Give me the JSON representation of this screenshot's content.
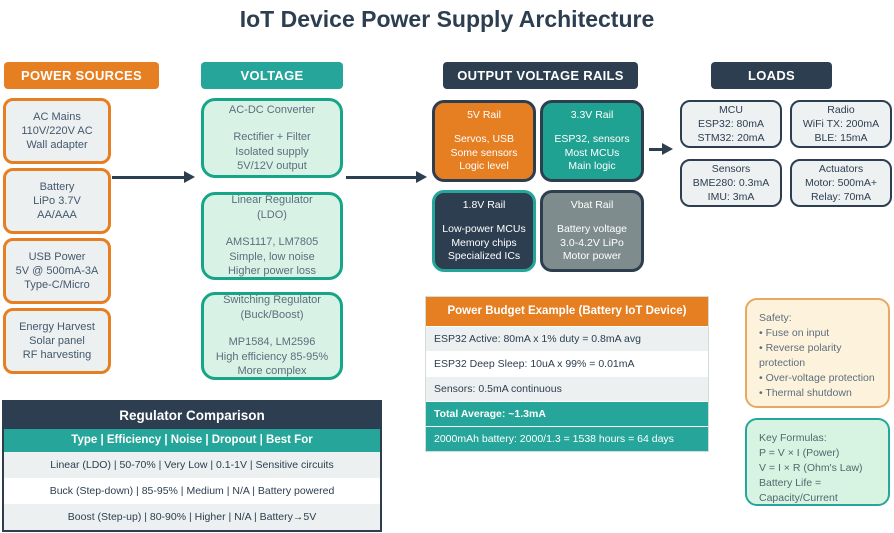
{
  "title": "IoT Device Power Supply Architecture",
  "colors": {
    "navy": "#2c3e50",
    "orange": "#e67e22",
    "teal": "#26a69a",
    "mint_fill": "#d8f3e5",
    "light_gray_fill": "#ecf0f1",
    "rail_gray": "#7f8c8d",
    "safety_cream": "#fdf3dc"
  },
  "columns": {
    "sources": {
      "header": "POWER SOURCES",
      "items": [
        {
          "lines": [
            "AC Mains",
            "110V/220V AC",
            "Wall adapter"
          ]
        },
        {
          "lines": [
            "Battery",
            "LiPo 3.7V",
            "AA/AAA"
          ]
        },
        {
          "lines": [
            "USB Power",
            "5V @ 500mA-3A",
            "Type-C/Micro"
          ]
        },
        {
          "lines": [
            "Energy Harvest",
            "Solar panel",
            "RF harvesting"
          ]
        }
      ]
    },
    "regulation": {
      "header": "VOLTAGE REGULATION",
      "items": [
        {
          "title1": "AC-DC Converter",
          "title2": "",
          "lines": [
            "Rectifier + Filter",
            "Isolated supply",
            "5V/12V output"
          ]
        },
        {
          "title1": "Linear Regulator",
          "title2": "(LDO)",
          "lines": [
            "AMS1117, LM7805",
            "Simple, low noise",
            "Higher power loss"
          ]
        },
        {
          "title1": "Switching Regulator",
          "title2": "(Buck/Boost)",
          "lines": [
            "MP1584, LM2596",
            "High efficiency 85-95%",
            "More complex"
          ]
        }
      ]
    },
    "rails": {
      "header": "OUTPUT VOLTAGE RAILS",
      "items": [
        {
          "title": "5V Rail",
          "lines": [
            "Servos, USB",
            "Some sensors",
            "Logic level"
          ]
        },
        {
          "title": "3.3V Rail",
          "lines": [
            "ESP32, sensors",
            "Most MCUs",
            "Main logic"
          ]
        },
        {
          "title": "1.8V Rail",
          "lines": [
            "Low-power MCUs",
            "Memory chips",
            "Specialized ICs"
          ]
        },
        {
          "title": "Vbat Rail",
          "lines": [
            "Battery voltage",
            "3.0-4.2V LiPo",
            "Motor power"
          ]
        }
      ]
    },
    "loads": {
      "header": "LOADS",
      "items": [
        {
          "lines": [
            "MCU",
            "ESP32: 80mA",
            "STM32: 20mA"
          ]
        },
        {
          "lines": [
            "Radio",
            "WiFi TX: 200mA",
            "BLE: 15mA"
          ]
        },
        {
          "lines": [
            "Sensors",
            "BME280: 0.3mA",
            "IMU: 3mA"
          ]
        },
        {
          "lines": [
            "Actuators",
            "Motor: 500mA+",
            "Relay: 70mA"
          ]
        }
      ]
    }
  },
  "regulator_table": {
    "title": "Regulator Comparison",
    "columns_row": "Type | Efficiency | Noise | Dropout | Best For",
    "rows": [
      "Linear (LDO) | 50-70% | Very Low | 0.1-1V | Sensitive circuits",
      "Buck (Step-down) | 85-95% | Medium | N/A | Battery powered",
      "Boost (Step-up) | 80-90% | Higher | N/A | Battery→5V"
    ]
  },
  "power_budget": {
    "title": "Power Budget Example (Battery IoT Device)",
    "rows": [
      "ESP32 Active: 80mA x 1% duty = 0.8mA avg",
      "ESP32 Deep Sleep: 10uA x 99% = 0.01mA",
      "Sensors: 0.5mA continuous",
      "Total Average: ~1.3mA",
      "2000mAh battery: 2000/1.3 = 1538 hours = 64 days"
    ]
  },
  "safety": {
    "title": "Safety:",
    "items": [
      "• Fuse on input",
      "• Reverse polarity protection",
      "• Over-voltage protection",
      "• Thermal shutdown"
    ]
  },
  "formulas": {
    "title": "Key Formulas:",
    "lines": [
      "P = V × I (Power)",
      "V = I × R (Ohm's Law)",
      "Battery Life =",
      "Capacity/Current"
    ]
  }
}
